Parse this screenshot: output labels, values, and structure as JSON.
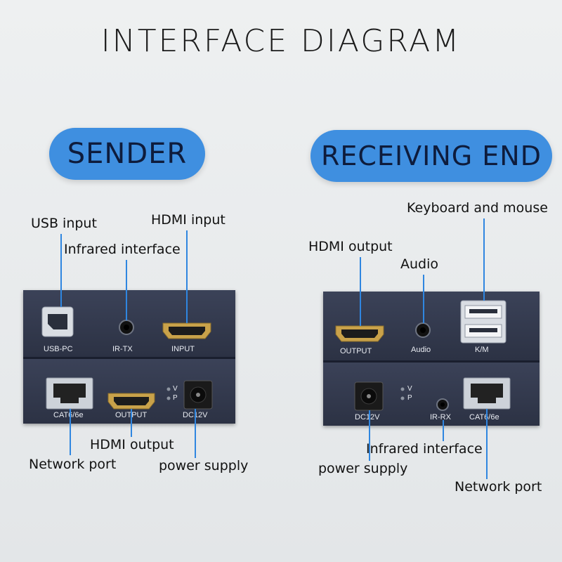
{
  "title": "INTERFACE DIAGRAM",
  "sender": {
    "heading": "SENDER",
    "labels": {
      "usb_input": "USB input",
      "hdmi_input": "HDMI input",
      "infrared_interface": "Infrared interface",
      "hdmi_output": "HDMI output",
      "network_port": "Network port",
      "power_supply": "power supply"
    },
    "ports_top": {
      "usb": "USB-PC",
      "ir": "IR-TX",
      "hdmi": "INPUT"
    },
    "ports_bottom": {
      "rj45": "CAT6/6e",
      "hdmi": "OUTPUT",
      "dc": "DC12V",
      "led_v": "V",
      "led_p": "P"
    }
  },
  "receiver": {
    "heading": "RECEIVING END",
    "labels": {
      "keyboard_mouse": "Keyboard and mouse",
      "hdmi_output": "HDMI output",
      "audio": "Audio",
      "infrared_interface": "Infrared interface",
      "power_supply": "power supply",
      "network_port": "Network port"
    },
    "ports_top": {
      "hdmi": "OUTPUT",
      "audio": "Audio",
      "km": "K/M"
    },
    "ports_bottom": {
      "dc": "DC12V",
      "ir": "IR-RX",
      "rj45": "CAT6/6e",
      "led_v": "V",
      "led_p": "P"
    }
  },
  "colors": {
    "pill": "#3f8fe0",
    "leader_line": "#2f86e0",
    "panel": "#2f3548",
    "hdmi_gold": "#c9a24a"
  }
}
